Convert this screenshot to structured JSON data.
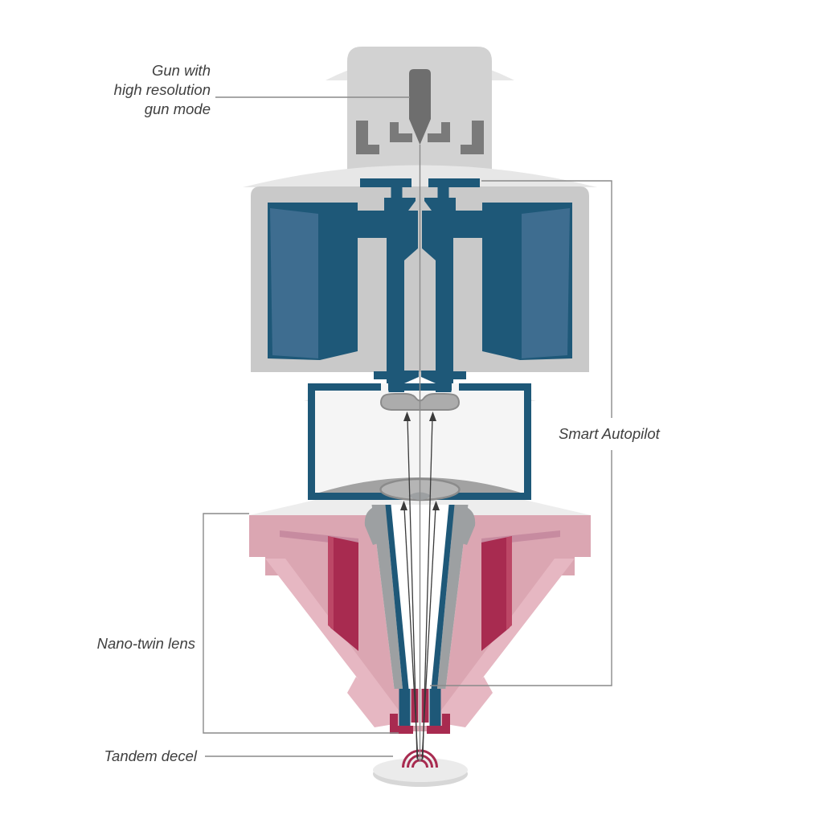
{
  "labels": {
    "gun": {
      "lines": [
        "Gun with",
        "high resolution",
        "gun mode"
      ]
    },
    "smart_autopilot": {
      "text": "Smart Autopilot"
    },
    "nano_twin_lens": {
      "text": "Nano-twin lens"
    },
    "tandem_decel": {
      "text": "Tandem decel"
    }
  },
  "palette": {
    "housing_gray": "#d2d2d2",
    "dome_gray": "#e7e7e7",
    "block_gray": "#c9c9c9",
    "dark_gray": "#6e6e6e",
    "electrode_gray": "#7a7a7a",
    "steel_blue_dark": "#1e5878",
    "steel_blue_light": "#3e6d90",
    "box_interior": "#f5f5f5",
    "pink_light": "#dba6b2",
    "pink_pale": "#e6b7c2",
    "pink_shadow": "#c78ba0",
    "crimson": "#a82b50",
    "crimson_light": "#bc4766",
    "lining_gray": "#9da0a2",
    "aperture_gray": "#acacac",
    "aperture_edge": "#8b8b8b",
    "cup_gray": "#b5b5b5",
    "inner_dome_gray": "#a2a2a2",
    "sample_top": "#ebebeb",
    "sample_rim": "#d7d7d7",
    "leader_line": "#8a8a8a",
    "label_text": "#3f3f3f",
    "beam": "#3a3a3a"
  }
}
